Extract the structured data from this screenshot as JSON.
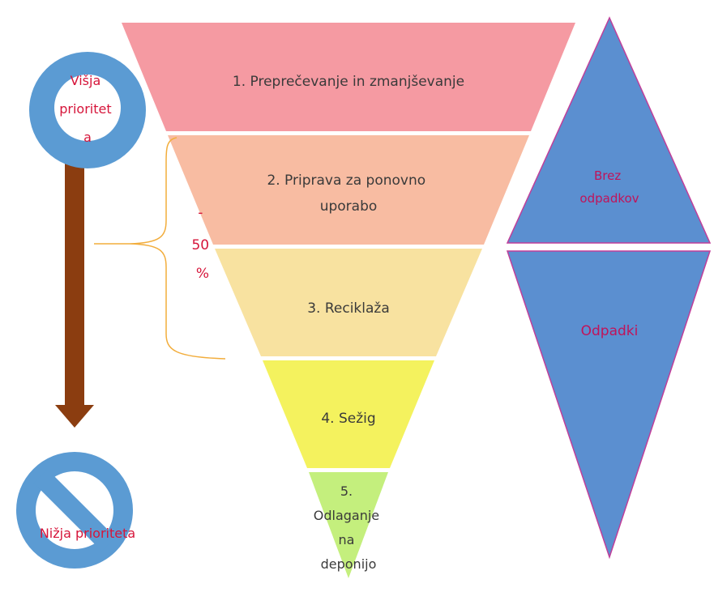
{
  "levels": [
    {
      "lines": [
        "1. Preprečevanje in zmanjševanje"
      ],
      "color": "#f59aa2"
    },
    {
      "lines": [
        "2. Priprava za ponovno",
        "uporabo"
      ],
      "color": "#f8bca2"
    },
    {
      "lines": [
        "3. Reciklaža"
      ],
      "color": "#f8e2a0"
    },
    {
      "lines": [
        "4. Sežig"
      ],
      "color": "#f4f25e"
    },
    {
      "lines": [
        "5.",
        "Odlaganje",
        "na",
        "deponijo"
      ],
      "color": "#c4ef7d"
    }
  ],
  "brace_label": [
    "-",
    "50",
    "%"
  ],
  "higher_priority": [
    "Višja",
    "prioritet",
    "a"
  ],
  "lower_priority": "Nižja prioriteta",
  "right_top": [
    "Brez",
    "odpadkov"
  ],
  "right_bottom": "Odpadki",
  "colors": {
    "circle_blue": "#5b9bd3",
    "triangle_blue": "#5b8fd0",
    "triangle_edge": "#c03f9a",
    "arrow_brown": "#8b3d10",
    "brace": "#f2ad3c",
    "red_text": "#d6153a"
  }
}
